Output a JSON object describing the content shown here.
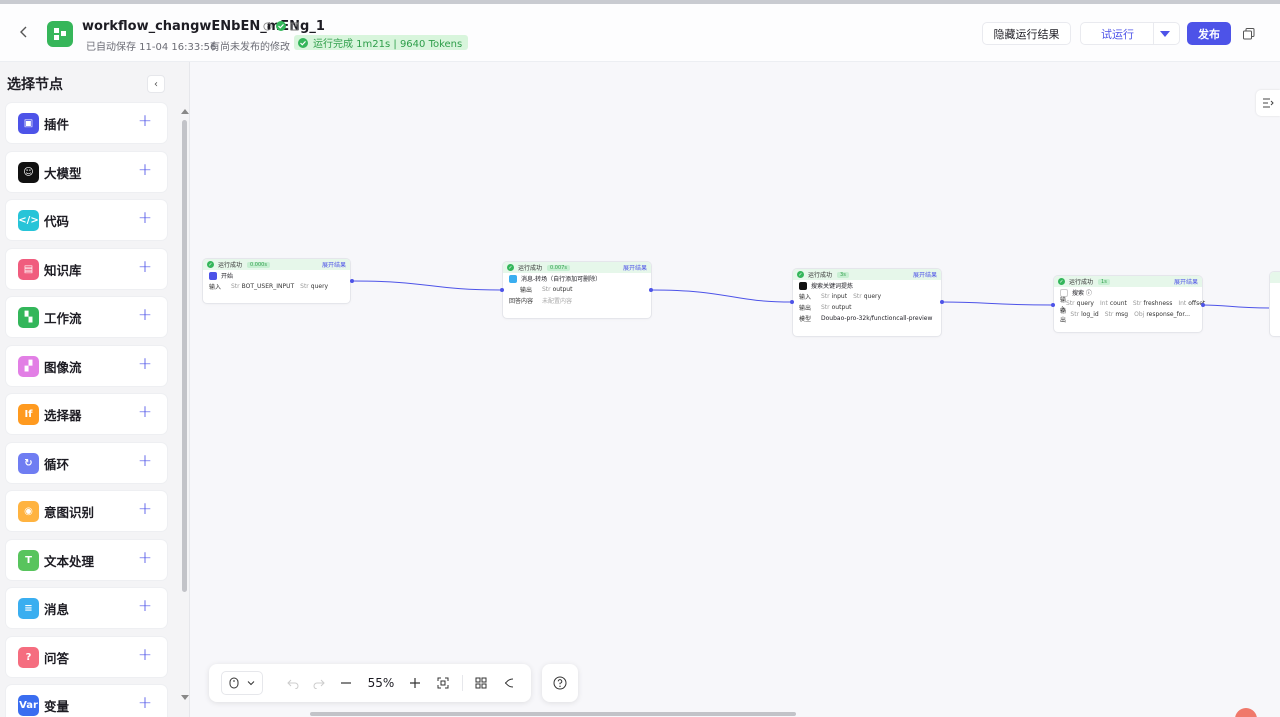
{
  "header": {
    "title": "workflow_changwENbEN_mENg_1",
    "saved": "已自动保存 11-04 16:33:56",
    "unpublished": "有尚未发布的修改",
    "run_status": "运行完成 1m21s | 9640 Tokens",
    "hide_results_label": "隐藏运行结果",
    "trial_run_label": "试运行",
    "publish_label": "发布"
  },
  "sidebar": {
    "title": "选择节点",
    "items": [
      {
        "label": "插件",
        "icon": "plugin-icon",
        "color": "#4d53e8"
      },
      {
        "label": "大模型",
        "icon": "llm-icon",
        "color": "#111111"
      },
      {
        "label": "代码",
        "icon": "code-icon",
        "color": "#27c4d8"
      },
      {
        "label": "知识库",
        "icon": "knowledge-icon",
        "color": "#f05c7e"
      },
      {
        "label": "工作流",
        "icon": "workflow-icon",
        "color": "#33b65a"
      },
      {
        "label": "图像流",
        "icon": "imageflow-icon",
        "color": "#e27fe5"
      },
      {
        "label": "选择器",
        "icon": "selector-icon",
        "color": "#ff9a1f"
      },
      {
        "label": "循环",
        "icon": "loop-icon",
        "color": "#6f7df2"
      },
      {
        "label": "意图识别",
        "icon": "intent-icon",
        "color": "#ffb340"
      },
      {
        "label": "文本处理",
        "icon": "text-icon",
        "color": "#58c45d"
      },
      {
        "label": "消息",
        "icon": "message-icon",
        "color": "#3aaef0"
      },
      {
        "label": "问答",
        "icon": "qa-icon",
        "color": "#f56d7f"
      },
      {
        "label": "变量",
        "icon": "variable-icon",
        "color": "#3a6df0"
      }
    ]
  },
  "nodes": {
    "start": {
      "status": "运行成功",
      "duration": "0.000s",
      "expand": "展开结果",
      "title": "开始",
      "input_label": "输入",
      "input_tag": "BOT_USER_INPUT",
      "input_tag2": "query"
    },
    "message": {
      "status": "运行成功",
      "duration": "0.007s",
      "expand": "展开结果",
      "title": "消息-转场（自行添加可删除）",
      "output_label": "输出",
      "output_tag": "output",
      "reply_label": "回答内容",
      "reply_value": "未配置内容"
    },
    "llm": {
      "status": "运行成功",
      "duration": "3s",
      "expand": "展开结果",
      "title": "搜索关键词提炼",
      "input_label": "输入",
      "input_tags": [
        "input",
        "query"
      ],
      "output_label": "输出",
      "output_tag": "output",
      "model_label": "模型",
      "model_value": "Doubao-pro-32k/functioncall-preview"
    },
    "search": {
      "status": "运行成功",
      "duration": "1s",
      "expand": "展开结果",
      "title": "搜索 ⓘ",
      "input_label": "输入",
      "input_tags": [
        "query",
        "count",
        "freshness",
        "offset"
      ],
      "output_label": "输出",
      "output_tags": [
        "log_id",
        "msg",
        "response_for..."
      ]
    }
  },
  "toolbar": {
    "zoom": "55%"
  }
}
